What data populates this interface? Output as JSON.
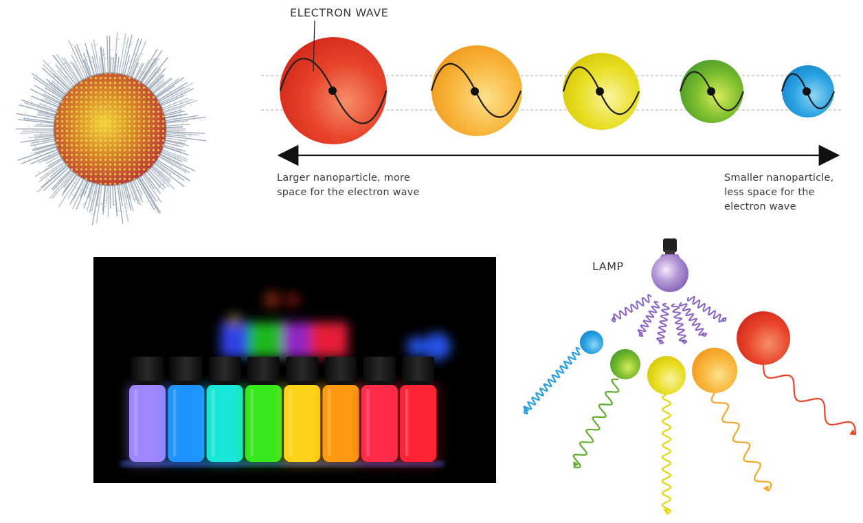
{
  "labels": {
    "electron_wave": "ELECTRON WAVE",
    "larger_line1": "Larger nanoparticle, more",
    "larger_line2": "space for the electron wave",
    "smaller_line1": "Smaller nanoparticle,",
    "smaller_line2": "less space for the",
    "smaller_line3": "electron wave",
    "lamp": "LAMP"
  },
  "colors": {
    "red": "#e8442a",
    "orange": "#f6a623",
    "yellow": "#e4d610",
    "green": "#5fae2e",
    "blue": "#2a9fe0",
    "violet": "#8a63c2",
    "vial_colors": [
      "#9f86ff",
      "#1f93ff",
      "#19e6d6",
      "#36e81c",
      "#ffd21a",
      "#ff9a10",
      "#ff2b48",
      "#ff2336"
    ]
  },
  "icons": [
    "nanocluster-model-icon",
    "lamp-bulb-icon",
    "double-arrow-icon"
  ]
}
